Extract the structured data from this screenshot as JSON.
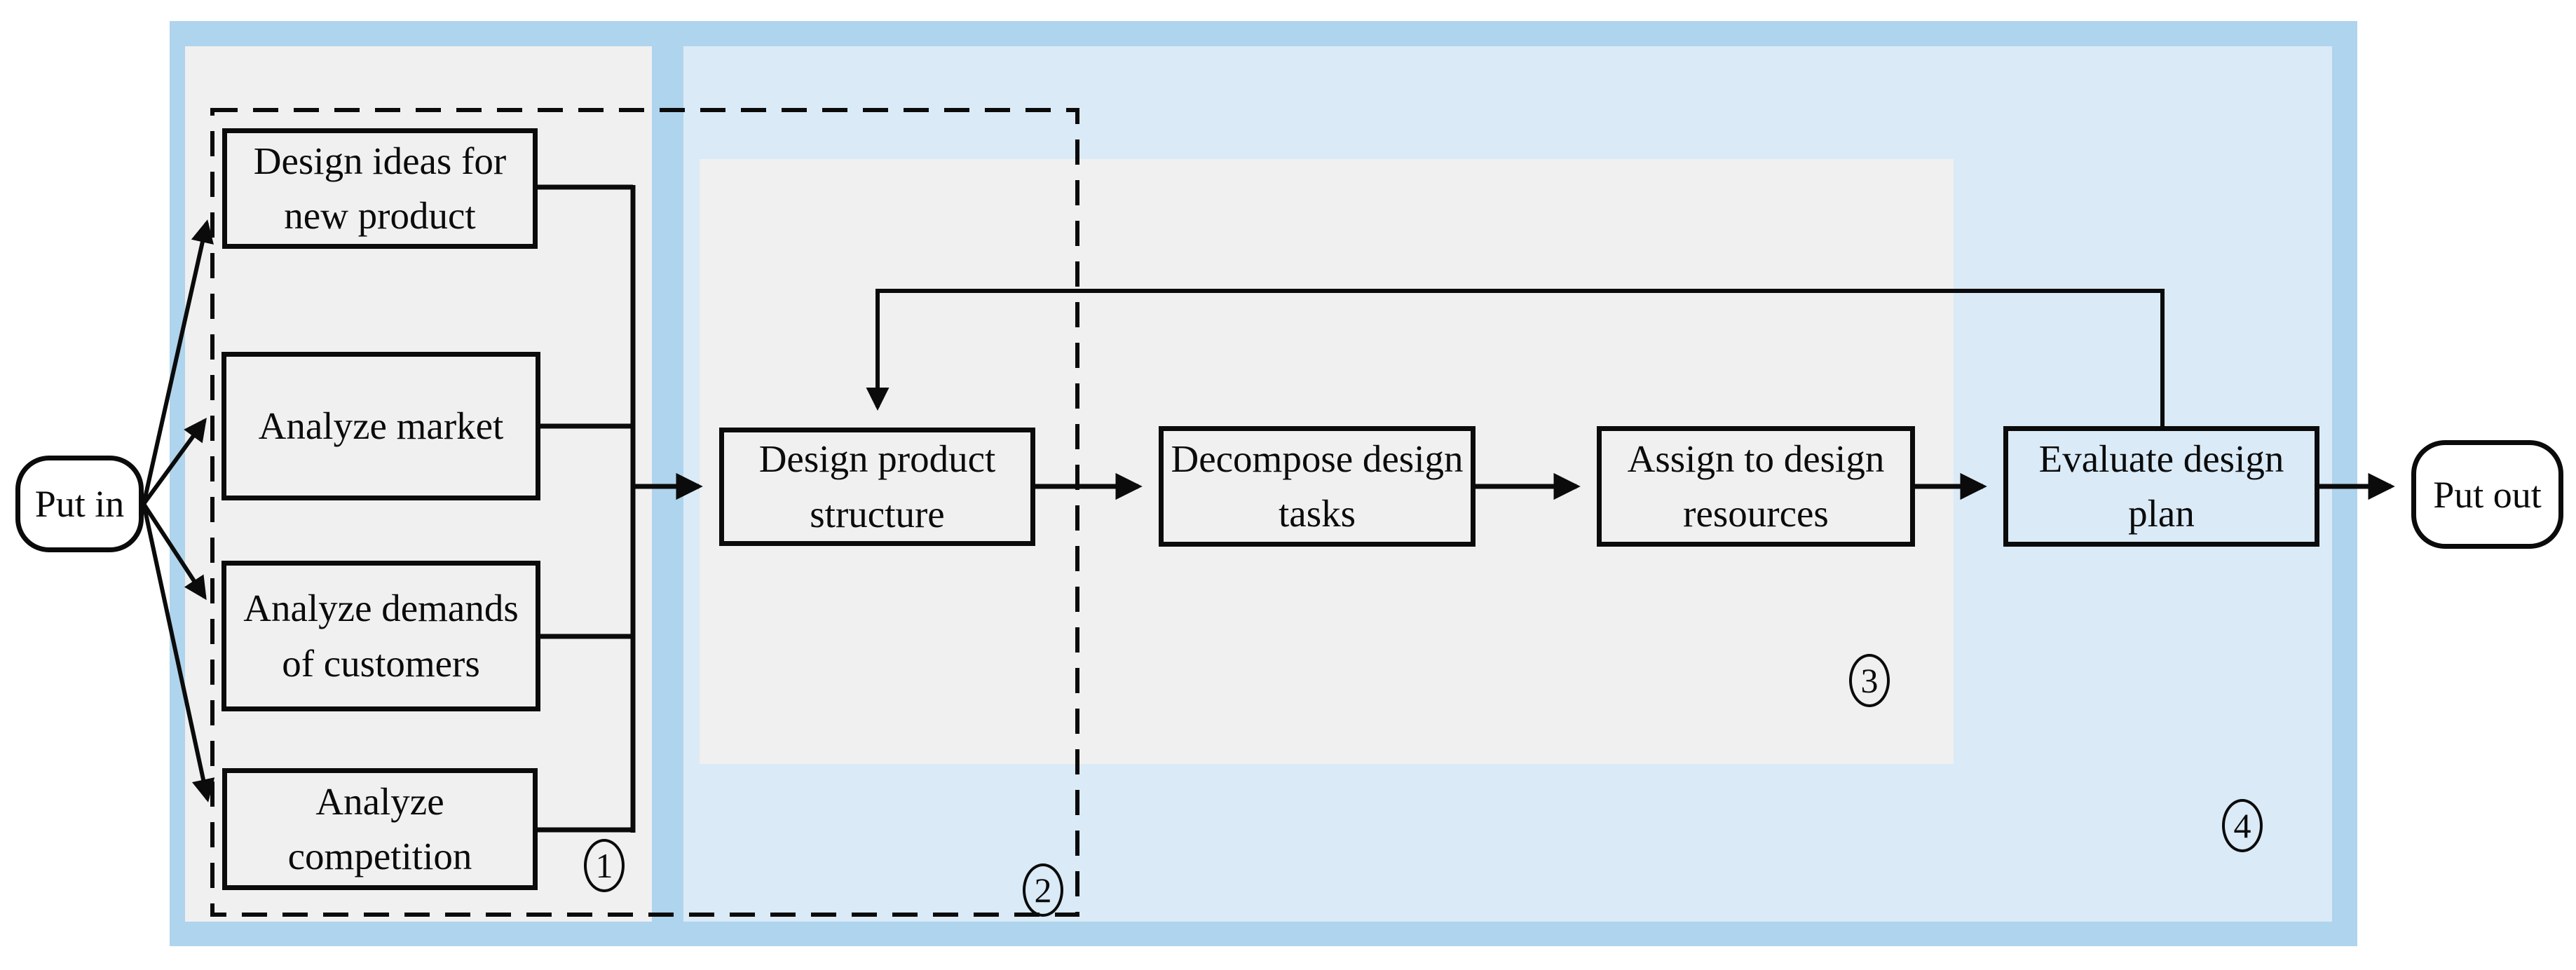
{
  "diagram": {
    "terminals": {
      "input": "Put in",
      "output": "Put out"
    },
    "analysis_boxes": [
      {
        "label": "Design ideas for new product"
      },
      {
        "label": "Analyze market"
      },
      {
        "label": "Analyze demands of customers"
      },
      {
        "label": "Analyze competition"
      }
    ],
    "process_boxes": [
      {
        "label": "Design product structure"
      },
      {
        "label": "Decompose design tasks"
      },
      {
        "label": "Assign to design resources"
      },
      {
        "label": "Evaluate design plan"
      }
    ],
    "region_badges": [
      {
        "number": "1"
      },
      {
        "number": "2"
      },
      {
        "number": "3"
      },
      {
        "number": "4"
      }
    ],
    "colors": {
      "outer_frame_blue": "#afd4ed",
      "inner_panel_blue": "#daeaf7",
      "gray_panel": "#f0f0f1",
      "line_black": "#0b0b0b"
    }
  }
}
